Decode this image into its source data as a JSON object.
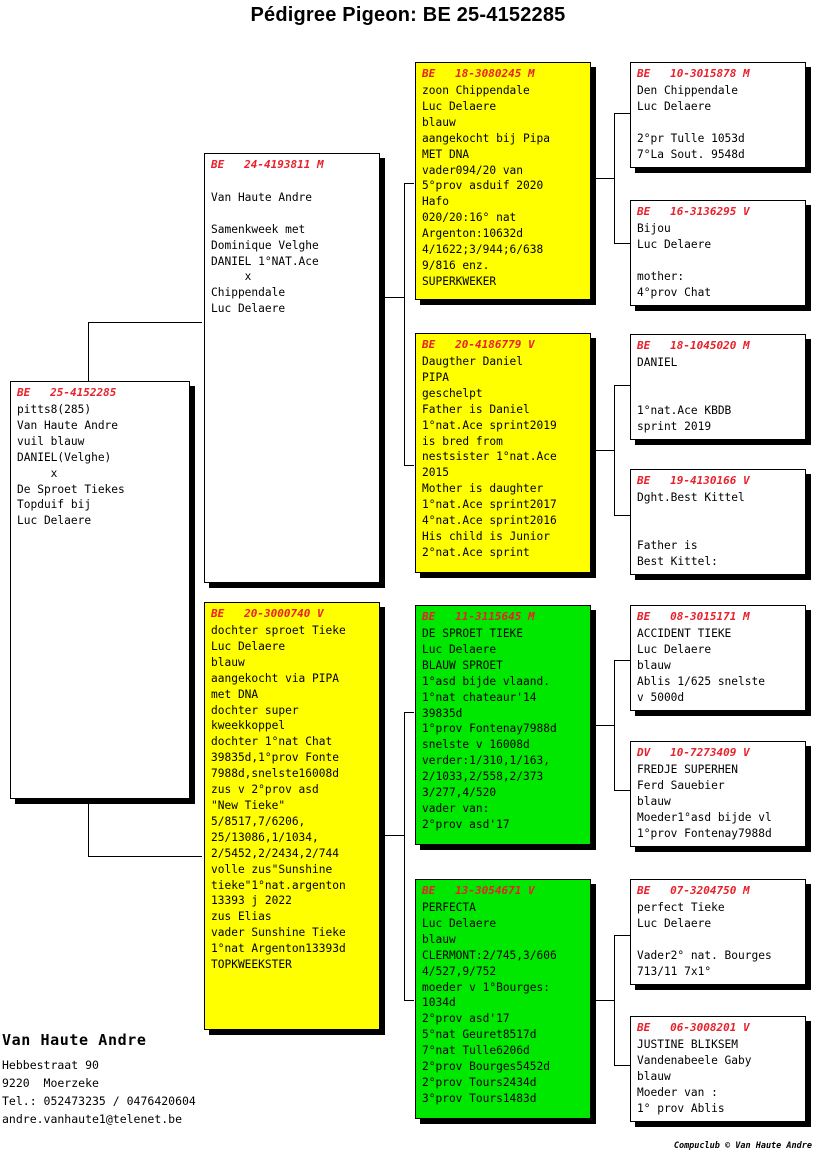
{
  "page": {
    "title": "Pédigree Pigeon: BE  25-4152285",
    "credit": "Compuclub © Van Haute Andre",
    "colors": {
      "ring_text": "#e8202a",
      "yellow": "#ffff00",
      "green": "#00e800",
      "white": "#ffffff",
      "line": "#000000"
    }
  },
  "subject": {
    "ring": "BE   25-4152285",
    "color": "white",
    "lines": [
      "pitts8(285)",
      "Van Haute Andre",
      "vuil blauw",
      "DANIEL(Velghe)",
      "     x",
      "De Sproet Tiekes",
      "Topduif bij",
      "Luc Delaere"
    ]
  },
  "gen2": [
    {
      "ring": "BE   24-4193811 M",
      "color": "white",
      "lines": [
        "",
        "Van Haute Andre",
        "",
        "Samenkweek met",
        "Dominique Velghe",
        "DANIEL 1°NAT.Ace",
        "     x",
        "Chippendale",
        "Luc Delaere"
      ]
    },
    {
      "ring": "BE   20-3000740 V",
      "color": "yellow",
      "lines": [
        "dochter sproet Tieke",
        "Luc Delaere",
        "blauw",
        "aangekocht via PIPA",
        "met DNA",
        "dochter super",
        "kweekkoppel",
        "dochter 1°nat Chat",
        "39835d,1°prov Fonte",
        "7988d,snelste16008d",
        "zus v 2°prov asd",
        "\"New Tieke\"",
        "5/8517,7/6206,",
        "25/13086,1/1034,",
        "2/5452,2/2434,2/744",
        "volle zus\"Sunshine",
        "tieke\"1°nat.argenton",
        "13393 j 2022",
        "zus Elias",
        "vader Sunshine Tieke",
        "1°nat Argenton13393d",
        "TOPKWEEKSTER"
      ]
    }
  ],
  "gen3": [
    {
      "ring": "BE   18-3080245 M",
      "color": "yellow",
      "lines": [
        "zoon Chippendale",
        "Luc Delaere",
        "blauw",
        "aangekocht bij Pipa",
        "MET DNA",
        "vader094/20 van",
        "5°prov asduif 2020",
        "Hafo",
        "020/20:16° nat",
        "Argenton:10632d",
        "4/1622;3/944;6/638",
        "9/816 enz.",
        "SUPERKWEKER"
      ]
    },
    {
      "ring": "BE   20-4186779 V",
      "color": "yellow",
      "lines": [
        "Daugther Daniel",
        "PIPA",
        "geschelpt",
        "Father is Daniel",
        "1°nat.Ace sprint2019",
        "is bred from",
        "nestsister 1°nat.Ace",
        "2015",
        "Mother is daughter",
        "1°nat.Ace sprint2017",
        "4°nat.Ace sprint2016",
        "His child is Junior",
        "2°nat.Ace sprint"
      ]
    },
    {
      "ring": "BE   11-3115645 M",
      "color": "green",
      "lines": [
        "DE SPROET TIEKE",
        "Luc Delaere",
        "BLAUW SPROET",
        "1°asd bijde vlaand.",
        "1°nat chateaur'14",
        "39835d",
        "1°prov Fontenay7988d",
        "snelste v 16008d",
        "verder:1/310,1/163,",
        "2/1033,2/558,2/373",
        "3/277,4/520",
        "vader van:",
        "2°prov asd'17"
      ]
    },
    {
      "ring": "BE   13-3054671 V",
      "color": "green",
      "lines": [
        "PERFECTA",
        "Luc Delaere",
        "blauw",
        "CLERMONT:2/745,3/606",
        "4/527,9/752",
        "moeder v 1°Bourges:",
        "1034d",
        "2°prov asd'17",
        "5°nat Geuret8517d",
        "7°nat Tulle6206d",
        "2°prov Bourges5452d",
        "2°prov Tours2434d",
        "3°prov Tours1483d"
      ]
    }
  ],
  "gen4": [
    {
      "ring": "BE   10-3015878 M",
      "color": "white",
      "lines": [
        "Den Chippendale",
        "Luc Delaere",
        "",
        "2°pr Tulle 1053d",
        "7°La Sout. 9548d"
      ]
    },
    {
      "ring": "BE   16-3136295 V",
      "color": "white",
      "lines": [
        "Bijou",
        "Luc Delaere",
        "",
        "mother:",
        "4°prov Chat"
      ]
    },
    {
      "ring": "BE   18-1045020 M",
      "color": "white",
      "lines": [
        "DANIEL",
        "",
        "",
        "1°nat.Ace KBDB",
        "sprint 2019"
      ]
    },
    {
      "ring": "BE   19-4130166 V",
      "color": "white",
      "lines": [
        "Dght.Best Kittel",
        "",
        "",
        "Father is",
        "Best Kittel:"
      ]
    },
    {
      "ring": "BE   08-3015171 M",
      "color": "white",
      "lines": [
        "ACCIDENT TIEKE",
        "Luc Delaere",
        "blauw",
        "Ablis 1/625 snelste",
        "v 5000d"
      ]
    },
    {
      "ring": "DV   10-7273409 V",
      "color": "white",
      "lines": [
        "FREDJE SUPERHEN",
        "Ferd Sauebier",
        "blauw",
        "Moeder1°asd bijde vl",
        "1°prov Fontenay7988d"
      ]
    },
    {
      "ring": "BE   07-3204750 M",
      "color": "white",
      "lines": [
        "perfect Tieke",
        "Luc Delaere",
        "",
        "Vader2° nat. Bourges",
        "713/11 7x1°"
      ]
    },
    {
      "ring": "BE   06-3008201 V",
      "color": "white",
      "lines": [
        "JUSTINE BLIKSEM",
        "Vandenabeele Gaby",
        "blauw",
        "Moeder van :",
        "1° prov Ablis"
      ]
    }
  ],
  "owner": {
    "name": "Van Haute Andre",
    "lines": [
      "Hebbestraat 90",
      "9220  Moerzeke",
      "Tel.: 052473235 / 0476420604",
      "andre.vanhaute1@telenet.be"
    ]
  }
}
